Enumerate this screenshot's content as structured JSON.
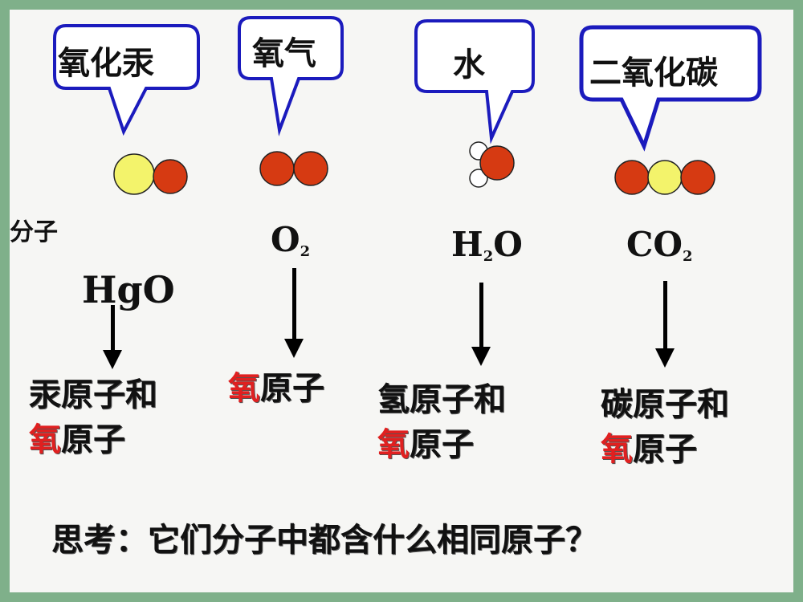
{
  "bubbles": [
    {
      "label": "氧化汞"
    },
    {
      "label": "氧气"
    },
    {
      "label": "水"
    },
    {
      "label": "二氧化碳"
    }
  ],
  "side_label": "分子",
  "formulas": {
    "hgo": {
      "main": "HgO"
    },
    "o2": {
      "main": "O",
      "sub": "2"
    },
    "h2o": {
      "pre": "H",
      "sub": "2",
      "post": "O"
    },
    "co2": {
      "main": "CO",
      "sub": "2"
    }
  },
  "atoms": {
    "hgo": {
      "line1": "汞原子和",
      "red": "氧",
      "rest": "原子"
    },
    "o2": {
      "red": "氧",
      "rest": "原子"
    },
    "h2o": {
      "line1": "氢原子和",
      "red": "氧",
      "rest": "原子"
    },
    "co2": {
      "line1": "碳原子和",
      "red": "氧",
      "rest": "原子"
    }
  },
  "question": "思考：它们分子中都含什么相同原子？",
  "colors": {
    "oxygen": "#d63a12",
    "mercury": "#f3f36b",
    "carbon": "#f3f36b",
    "hydrogen": "#ffffff",
    "bubble_border": "#1b1bbd",
    "emphasis": "#e02020"
  },
  "icons": [
    "speech-bubble-icon",
    "molecule-model-icon",
    "down-arrow-icon"
  ]
}
